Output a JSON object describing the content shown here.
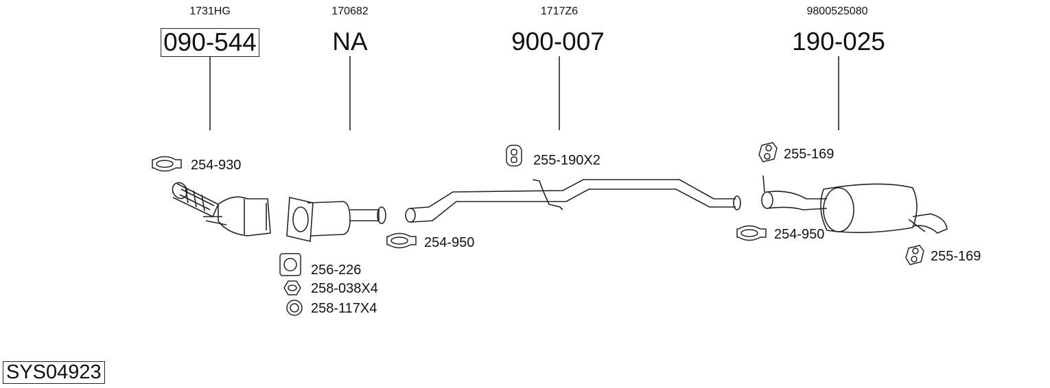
{
  "groups": [
    {
      "oe": "1731HG",
      "part": "090-544"
    },
    {
      "oe": "170682",
      "part": "NA"
    },
    {
      "oe": "1717Z6",
      "part": "900-007"
    },
    {
      "oe": "9800525080",
      "part": "190-025"
    }
  ],
  "accessories": [
    {
      "part": "254-930",
      "icon": "clamp-icon"
    },
    {
      "part": "255-190X2",
      "icon": "rubber-hanger-icon"
    },
    {
      "part": "255-169",
      "icon": "rubber-mount-icon"
    },
    {
      "part": "254-950",
      "icon": "clamp-icon"
    },
    {
      "part": "254-950",
      "icon": "clamp-icon"
    },
    {
      "part": "256-226",
      "icon": "gasket-icon"
    },
    {
      "part": "258-038X4",
      "icon": "nut-icon"
    },
    {
      "part": "258-117X4",
      "icon": "washer-ring-icon"
    },
    {
      "part": "255-169",
      "icon": "rubber-mount-icon"
    }
  ],
  "system_id": "SYS04923"
}
